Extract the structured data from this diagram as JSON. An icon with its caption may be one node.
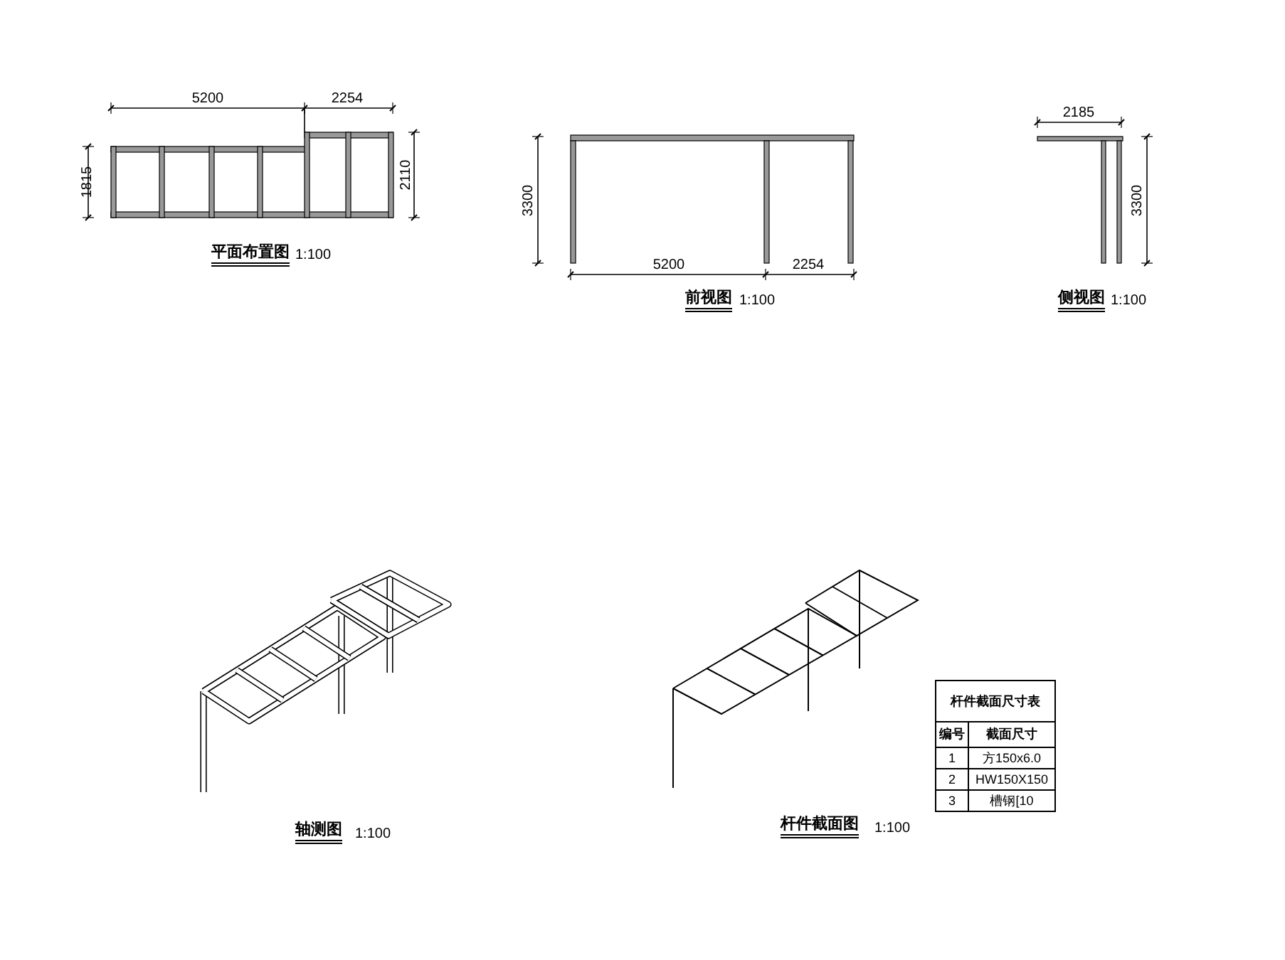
{
  "diagram": {
    "labels": [
      "5200",
      "2254",
      "1815",
      "2110",
      "平面布置图",
      "1:100",
      "3300",
      "5200",
      "2254",
      "前视图",
      "1:100",
      "2185",
      "3300",
      "侧视图",
      "1:100",
      "杆件截面尺寸表",
      "编号",
      "截面尺寸",
      "1",
      "方150x6.0",
      "2",
      "HW150X150",
      "3",
      "槽钢[10",
      "轴测图",
      "1:100",
      "杆件截面图",
      "1:100"
    ]
  }
}
